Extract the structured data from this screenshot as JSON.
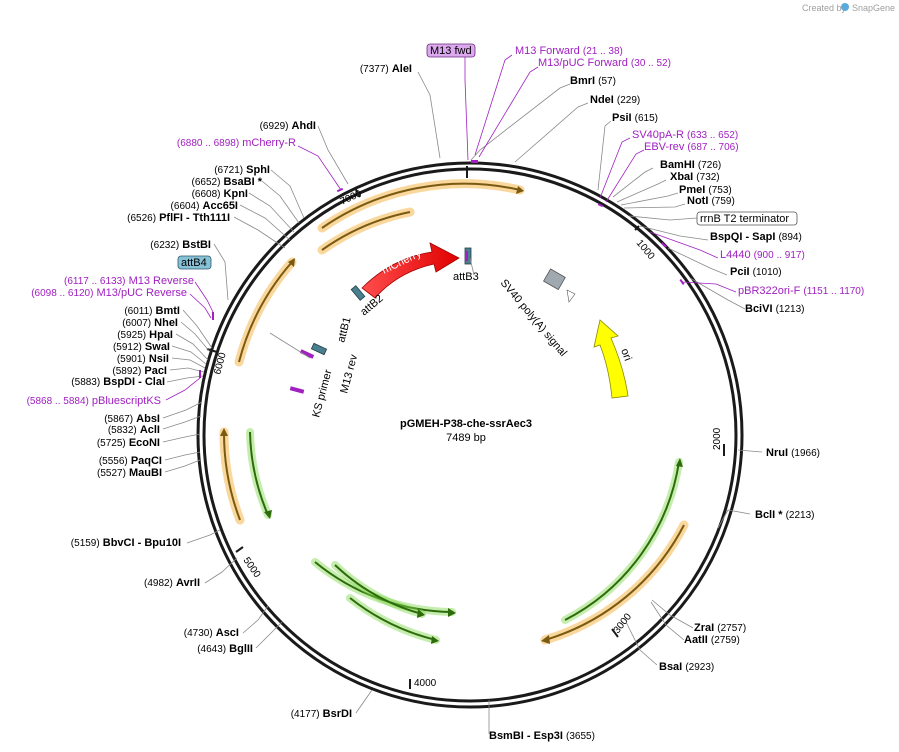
{
  "credit": "Created by",
  "brand": "SnapGene",
  "plasmid": {
    "name": "pGMEH-P38-che-ssrAec3",
    "size_label": "7489 bp",
    "length": 7489
  },
  "ticks": [
    "1000",
    "2000",
    "3000",
    "4000",
    "5000",
    "6000",
    "7000"
  ],
  "sites": [
    {
      "name": "AleI",
      "pos": "(7377)"
    },
    {
      "name": "BmrI",
      "pos": "(57)"
    },
    {
      "name": "NdeI",
      "pos": "(229)"
    },
    {
      "name": "PsiI",
      "pos": "(615)"
    },
    {
      "name": "BamHI",
      "pos": "(726)"
    },
    {
      "name": "XbaI",
      "pos": "(732)"
    },
    {
      "name": "PmeI",
      "pos": "(753)"
    },
    {
      "name": "NotI",
      "pos": "(759)"
    },
    {
      "name": "BspQI - SapI",
      "pos": "(894)"
    },
    {
      "name": "PciI",
      "pos": "(1010)"
    },
    {
      "name": "BciVI",
      "pos": "(1213)"
    },
    {
      "name": "NruI",
      "pos": "(1966)"
    },
    {
      "name": "BclI *",
      "pos": "(2213)"
    },
    {
      "name": "ZraI",
      "pos": "(2757)"
    },
    {
      "name": "AatII",
      "pos": "(2759)"
    },
    {
      "name": "BsaI",
      "pos": "(2923)"
    },
    {
      "name": "BsmBI - Esp3I",
      "pos": "(3655)"
    },
    {
      "name": "BsrDI",
      "pos": "(4177)"
    },
    {
      "name": "BglII",
      "pos": "(4643)"
    },
    {
      "name": "AscI",
      "pos": "(4730)"
    },
    {
      "name": "AvrII",
      "pos": "(4982)"
    },
    {
      "name": "BbvCI - Bpu10I",
      "pos": "(5159)"
    },
    {
      "name": "MauBI",
      "pos": "(5527)"
    },
    {
      "name": "PaqCI",
      "pos": "(5556)"
    },
    {
      "name": "EcoNI",
      "pos": "(5725)"
    },
    {
      "name": "AclI",
      "pos": "(5832)"
    },
    {
      "name": "AbsI",
      "pos": "(5867)"
    },
    {
      "name": "BspDI - ClaI",
      "pos": "(5883)"
    },
    {
      "name": "PacI",
      "pos": "(5892)"
    },
    {
      "name": "NsiI",
      "pos": "(5901)"
    },
    {
      "name": "SwaI",
      "pos": "(5912)"
    },
    {
      "name": "HpaI",
      "pos": "(5925)"
    },
    {
      "name": "NheI",
      "pos": "(6007)"
    },
    {
      "name": "BmtI",
      "pos": "(6011)"
    },
    {
      "name": "BstBI",
      "pos": "(6232)"
    },
    {
      "name": "PflFI - Tth111I",
      "pos": "(6526)"
    },
    {
      "name": "Acc65I",
      "pos": "(6604)"
    },
    {
      "name": "KpnI",
      "pos": "(6608)"
    },
    {
      "name": "BsaBI *",
      "pos": "(6652)"
    },
    {
      "name": "SphI",
      "pos": "(6721)"
    },
    {
      "name": "AhdI",
      "pos": "(6929)"
    }
  ],
  "primers": [
    {
      "name": "M13 fwd",
      "pos": ""
    },
    {
      "name": "M13 Forward",
      "pos": "(21 .. 38)"
    },
    {
      "name": "M13/pUC Forward",
      "pos": "(30 .. 52)"
    },
    {
      "name": "SV40pA-R",
      "pos": "(633 .. 652)"
    },
    {
      "name": "EBV-rev",
      "pos": "(687 .. 706)"
    },
    {
      "name": "L4440",
      "pos": "(900 .. 917)"
    },
    {
      "name": "pBR322ori-F",
      "pos": "(1151 .. 1170)"
    },
    {
      "name": "pBluescriptKS",
      "pos": "(5868 .. 5884)"
    },
    {
      "name": "M13/pUC Reverse",
      "pos": "(6098 .. 6120)"
    },
    {
      "name": "M13 Reverse",
      "pos": "(6117 .. 6133)"
    },
    {
      "name": "mCherry-R",
      "pos": "(6880 .. 6898)"
    }
  ],
  "features": {
    "rrnB": "rrnB T2 terminator",
    "attB4": "attB4",
    "mCherry": "mCherry",
    "attB3": "attB3",
    "attB2": "attB2",
    "sv40": "SV40 poly(A) signal",
    "ori": "ori",
    "attB1": "attB1",
    "m13rev": "M13 rev",
    "ks": "KS primer"
  },
  "colors": {
    "backbone": "#1a1a1a",
    "orange_feature": "#f5a623",
    "green_feature": "#4fa81a",
    "mCherry": "#ff1a1a",
    "ori": "#ffff00",
    "attB": "#4a7f8f",
    "primer": "#a020c0",
    "primer_box": "#dca8ee",
    "attB4_box": "#87c1d6",
    "polyA": "#a0a8b0"
  }
}
